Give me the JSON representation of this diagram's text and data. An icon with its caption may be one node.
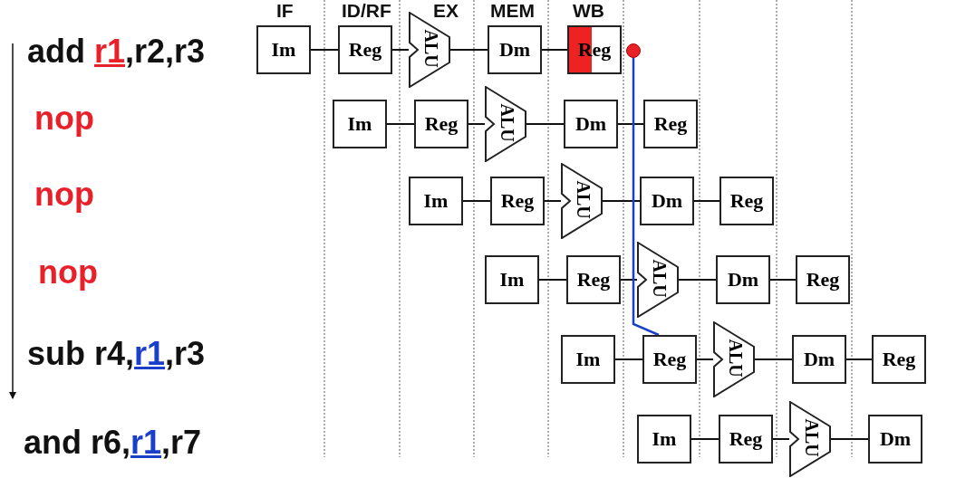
{
  "diagram": {
    "nodes": [
      {
        "text": [
          "Im"
        ]
      },
      {
        "text": [
          "Reg"
        ]
      },
      {
        "text": [
          "ALU"
        ]
      },
      {
        "text": [
          "Dm"
        ]
      },
      {
        "text": [
          "Reg"
        ]
      },
      {
        "text": [],
        "shape": "circle"
      },
      {
        "text": [
          "Im"
        ]
      },
      {
        "text": [
          "Reg"
        ]
      },
      {
        "text": [
          "ALU"
        ]
      },
      {
        "text": [
          "Dm"
        ]
      },
      {
        "text": [
          "Reg"
        ]
      },
      {
        "text": [
          "Im"
        ]
      },
      {
        "text": [
          "Reg"
        ]
      },
      {
        "text": [
          "ALU"
        ]
      },
      {
        "text": [
          "Dm"
        ]
      },
      {
        "text": [
          "Reg"
        ]
      },
      {
        "text": [
          "Im"
        ]
      },
      {
        "text": [
          "Reg"
        ]
      },
      {
        "text": [
          "ALU"
        ]
      },
      {
        "text": [
          "Dm"
        ]
      },
      {
        "text": [
          "Reg"
        ]
      },
      {
        "text": [
          "Im"
        ]
      },
      {
        "text": [
          "Reg"
        ]
      },
      {
        "text": [
          "ALU"
        ]
      },
      {
        "text": [
          "Dm"
        ]
      },
      {
        "text": [
          "Reg"
        ]
      },
      {
        "text": [
          "Im"
        ]
      },
      {
        "text": [
          "Reg"
        ]
      },
      {
        "text": [
          "ALU"
        ]
      },
      {
        "text": [
          "Dm"
        ]
      }
    ],
    "edges": [
      {
        "from": 0,
        "to": 1,
        "arrow": "none"
      },
      {
        "from": 1,
        "to": 2,
        "arrow": "none"
      },
      {
        "from": 2,
        "to": 3,
        "arrow": "none"
      },
      {
        "from": 3,
        "to": 4,
        "arrow": "none"
      },
      {
        "from": 6,
        "to": 7,
        "arrow": "none"
      },
      {
        "from": 7,
        "to": 8,
        "arrow": "none"
      },
      {
        "from": 8,
        "to": 9,
        "arrow": "none"
      },
      {
        "from": 9,
        "to": 10,
        "arrow": "none"
      },
      {
        "from": 11,
        "to": 12,
        "arrow": "none"
      },
      {
        "from": 12,
        "to": 13,
        "arrow": "none"
      },
      {
        "from": 13,
        "to": 14,
        "arrow": "none"
      },
      {
        "from": 14,
        "to": 15,
        "arrow": "none"
      },
      {
        "from": 16,
        "to": 17,
        "arrow": "none"
      },
      {
        "from": 17,
        "to": 18,
        "arrow": "none"
      },
      {
        "from": 18,
        "to": 19,
        "arrow": "none"
      },
      {
        "from": 19,
        "to": 20,
        "arrow": "none"
      },
      {
        "from": 21,
        "to": 22,
        "arrow": "none"
      },
      {
        "from": 22,
        "to": 23,
        "arrow": "none"
      },
      {
        "from": 23,
        "to": 24,
        "arrow": "none"
      },
      {
        "from": 24,
        "to": 25,
        "arrow": "none"
      },
      {
        "from": 26,
        "to": 27,
        "arrow": "none"
      },
      {
        "from": 27,
        "to": 28,
        "arrow": "none"
      },
      {
        "from": 28,
        "to": 29,
        "arrow": "none"
      },
      {
        "from": 5,
        "to": 22,
        "arrow": "none",
        "color": "#1a3fc8"
      }
    ],
    "labels": [
      "IF",
      "ID/RF",
      "EX",
      "MEM",
      "WB",
      "add r1,r2,r3",
      "nop",
      "nop",
      "nop",
      "sub r4,r1,r3",
      "and r6,r1,r7"
    ]
  }
}
